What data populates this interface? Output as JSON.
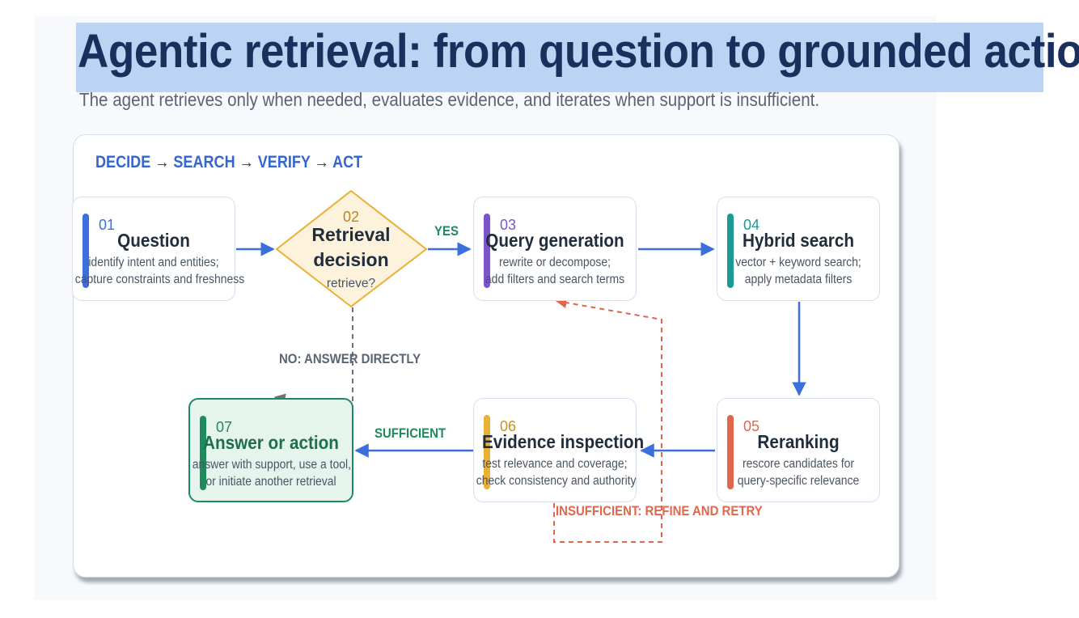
{
  "title": "Agentic retrieval: from question to grounded action",
  "subtitle": "The agent retrieves only when needed, evaluates evidence, and iterates when support is insufficient.",
  "steps_header": {
    "s1": "DECIDE",
    "s2": "SEARCH",
    "s3": "VERIFY",
    "s4": "ACT",
    "arrow": "→"
  },
  "nodes": {
    "question": {
      "num": "01",
      "title": "Question",
      "desc1": "identify intent and entities;",
      "desc2": "capture constraints and freshness"
    },
    "decision": {
      "num": "02",
      "title1": "Retrieval",
      "title2": "decision",
      "desc": "retrieve?"
    },
    "query": {
      "num": "03",
      "title": "Query generation",
      "desc1": "rewrite or decompose;",
      "desc2": "add filters and search terms"
    },
    "hybrid": {
      "num": "04",
      "title": "Hybrid search",
      "desc1": "vector + keyword search;",
      "desc2": "apply metadata filters"
    },
    "rerank": {
      "num": "05",
      "title": "Reranking",
      "desc1": "rescore candidates for",
      "desc2": "query-specific relevance"
    },
    "evidence": {
      "num": "06",
      "title": "Evidence inspection",
      "desc1": "test relevance and coverage;",
      "desc2": "check consistency and authority"
    },
    "answer": {
      "num": "07",
      "title": "Answer or action",
      "desc1": "answer with support, use a tool,",
      "desc2": "or initiate another retrieval"
    }
  },
  "edge_labels": {
    "yes": "YES",
    "no": "NO: ANSWER DIRECTLY",
    "sufficient": "SUFFICIENT",
    "insufficient": "INSUFFICIENT: REFINE AND RETRY"
  },
  "colors": {
    "blue": "#3a6fdc",
    "purple": "#7b55c9",
    "teal": "#1b9a96",
    "coral": "#e0674c",
    "amber": "#e9b035",
    "green": "#1f8a5e",
    "slate": "#6b7280",
    "title": "#1a2f5c"
  }
}
